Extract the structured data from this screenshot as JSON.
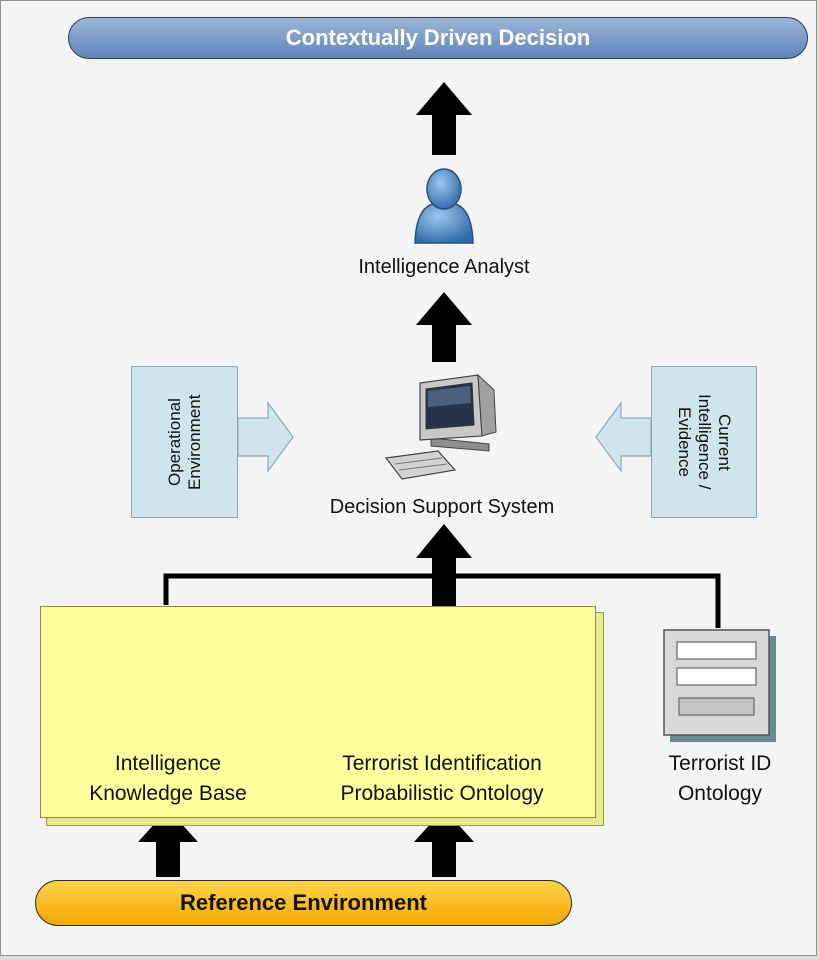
{
  "diagram": {
    "top_banner": "Contextually Driven Decision",
    "analyst_label": "Intelligence Analyst",
    "dss_label": "Decision Support System",
    "operational_env_label": "Operational Environment",
    "current_intel_label": "Current Intelligence / Evidence",
    "kb_label_line1": "Intelligence",
    "kb_label_line2": "Knowledge Base",
    "ontology_label_line1": "Terrorist Identification",
    "ontology_label_line2": "Probabilistic Ontology",
    "terrorist_id_line1": "Terrorist ID",
    "terrorist_id_line2": "Ontology",
    "bottom_banner": "Reference Environment",
    "icons": [
      "user-icon",
      "computer-icon",
      "database-icon",
      "class-diagram-icon",
      "form-icon"
    ],
    "colors": {
      "top_banner": "#7a9ac6",
      "bottom_banner": "#fbbf14",
      "knowledge_box": "#ffff9e",
      "side_boxes": "#cfe4ec",
      "arrows": "#000000"
    }
  }
}
